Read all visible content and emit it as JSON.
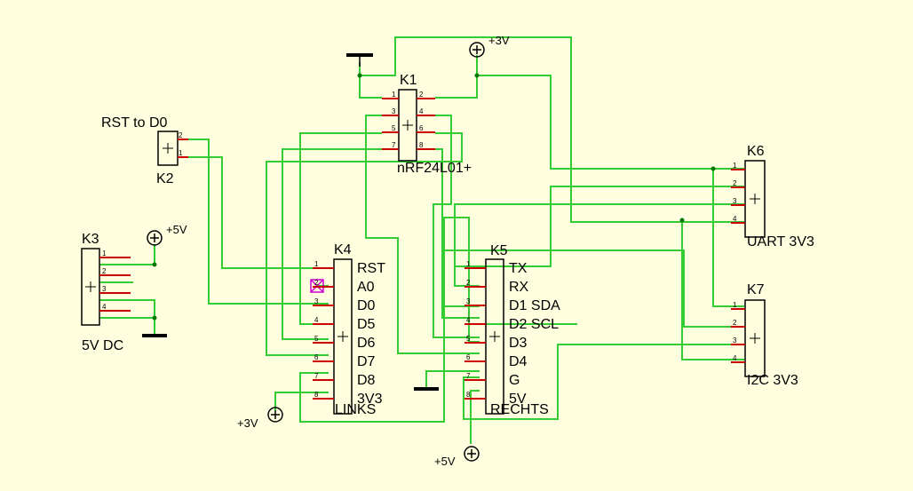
{
  "components": {
    "K1": {
      "ref": "K1",
      "value": "nRF24L01+",
      "pins": [
        "1",
        "2",
        "3",
        "4",
        "5",
        "6",
        "7",
        "8"
      ]
    },
    "K2": {
      "ref": "K2",
      "label": "RST to D0",
      "pins": [
        "2",
        "1"
      ]
    },
    "K3": {
      "ref": "K3",
      "value": "5V DC",
      "pins": [
        "1",
        "2",
        "3",
        "4"
      ]
    },
    "K4": {
      "ref": "K4",
      "value": "LINKS",
      "pins": [
        "1",
        "2",
        "3",
        "4",
        "5",
        "6",
        "7",
        "8"
      ],
      "signals": [
        "RST",
        "A0",
        "D0",
        "D5",
        "D6",
        "D7",
        "D8",
        "3V3"
      ]
    },
    "K5": {
      "ref": "K5",
      "value": "RECHTS",
      "pins": [
        "1",
        "2",
        "3",
        "4",
        "5",
        "6",
        "7",
        "8"
      ],
      "signals": [
        "TX",
        "RX",
        "D1 SDA",
        "D2 SCL",
        "D3",
        "D4",
        "G",
        "5V"
      ]
    },
    "K6": {
      "ref": "K6",
      "value": "UART 3V3",
      "pins": [
        "1",
        "2",
        "3",
        "4"
      ]
    },
    "K7": {
      "ref": "K7",
      "value": "I2C 3V3",
      "pins": [
        "1",
        "2",
        "3",
        "4"
      ]
    }
  },
  "power": {
    "k1_supply": "+3V",
    "k3_supply": "+5V",
    "k4_supply": "+3V",
    "k5_supply": "+5V"
  },
  "colors": {
    "background": "#ffffe0",
    "wire": "#33cc33",
    "pin": "#cc0000",
    "junction": "#007700",
    "body": "#000000",
    "nc_marker": "#cc00cc"
  }
}
